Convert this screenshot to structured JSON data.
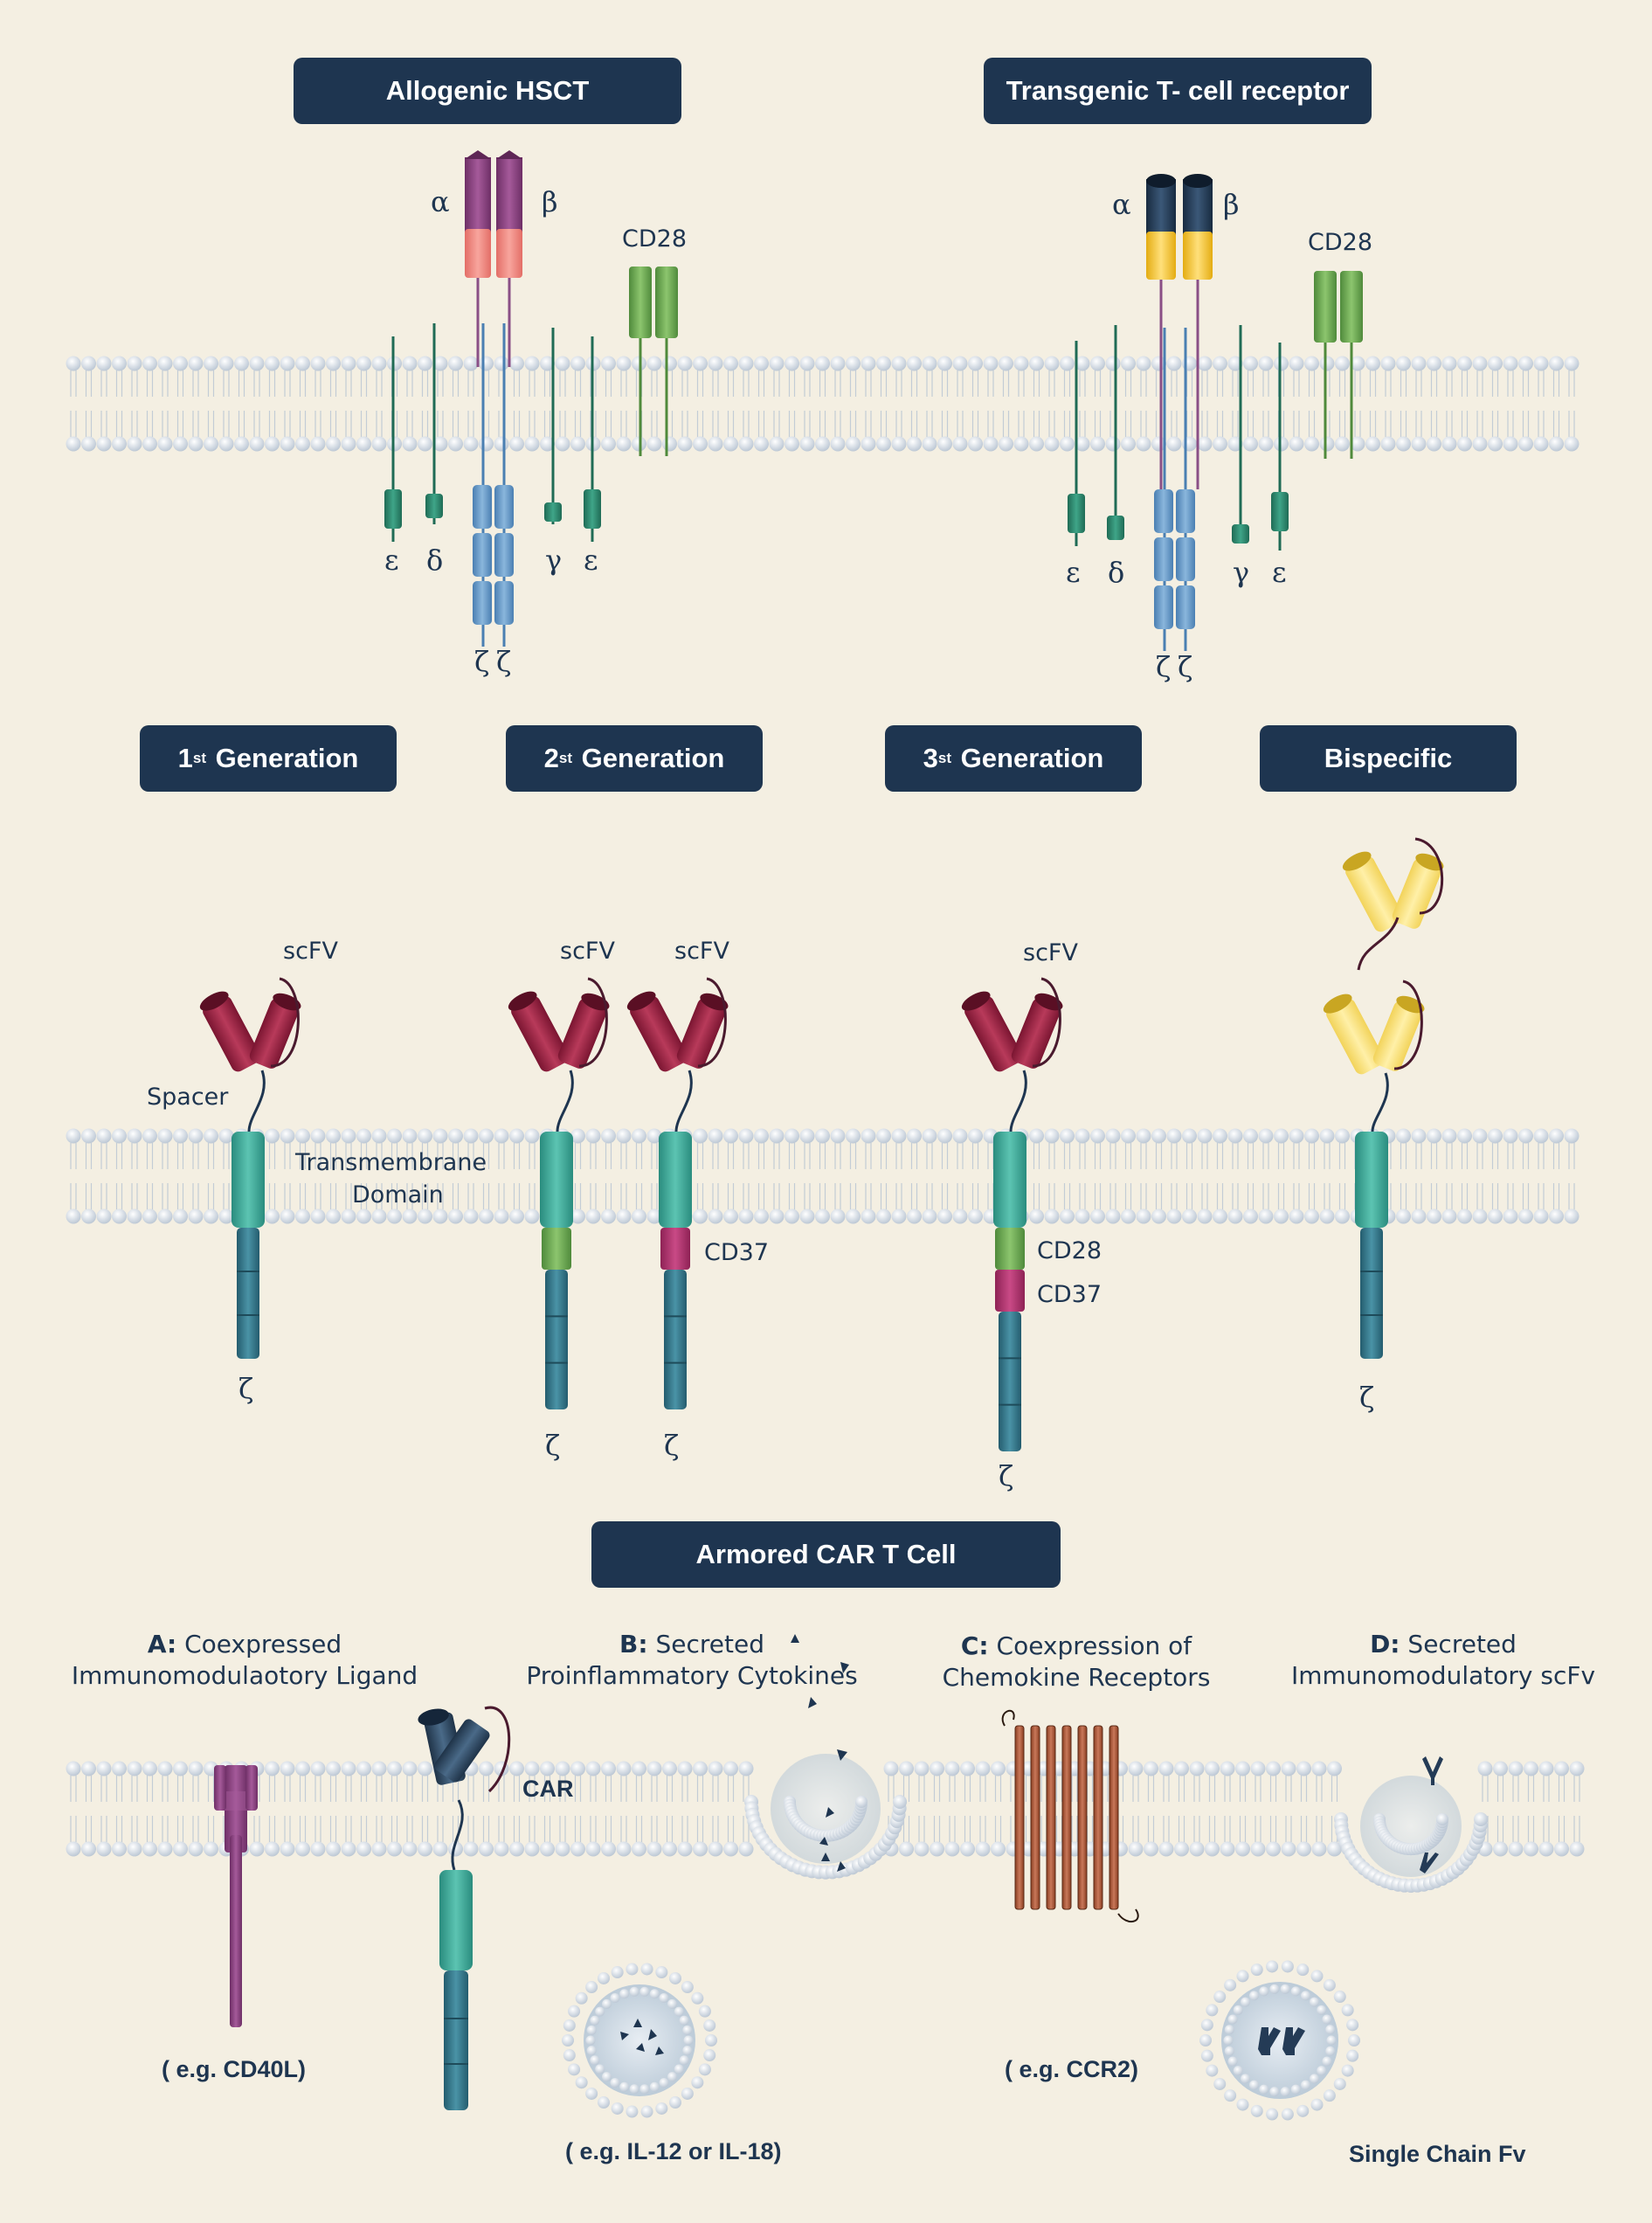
{
  "section1": {
    "left_title": "Allogenic HSCT",
    "right_title": "Transgenic T- cell receptor",
    "alpha": "α",
    "beta": "β",
    "cd28": "CD28",
    "epsilon": "ε",
    "delta": "δ",
    "gamma": "γ",
    "zeta": "ζ"
  },
  "section2": {
    "gen1": {
      "num": "1",
      "sup": "st",
      "text": "Generation"
    },
    "gen2": {
      "num": "2",
      "sup": "st",
      "text": "Generation"
    },
    "gen3": {
      "num": "3",
      "sup": "st",
      "text": "Generation"
    },
    "bispecific": "Bispecific",
    "scfv": "scFV",
    "spacer": "Spacer",
    "transmembrane": "Transmembrane",
    "domain": "Domain",
    "cd37": "CD37",
    "cd28": "CD28",
    "zeta": "ζ"
  },
  "section3": {
    "title": "Armored CAR T Cell",
    "a": {
      "letter": "A:",
      "line1": "Coexpressed",
      "line2": "Immunomodulaotory Ligand",
      "example": "( e.g. CD40L)"
    },
    "b": {
      "letter": "B:",
      "line1": "Secreted",
      "line2": "Proinflammatory Cytokines",
      "example": "( e.g. IL-12 or IL-18)"
    },
    "c": {
      "letter": "C:",
      "line1": "Coexpression of",
      "line2": "Chemokine Receptors",
      "example": "( e.g. CCR2)"
    },
    "d": {
      "letter": "D:",
      "line1": "Secreted",
      "line2": "Immunomodulatory scFv",
      "example": "Single Chain Fv"
    },
    "car": "CAR"
  },
  "colors": {
    "background": "#f4efe2",
    "pill": "#1e3550",
    "teal": "#2f9a8a",
    "blue_chain": "#5a8fc0",
    "purple": "#8a3f7f",
    "salmon": "#f08a82",
    "yellow": "#f5c928",
    "green": "#6aa84f",
    "crimson": "#8e1f3c",
    "magenta": "#b02f6a",
    "stalk": "#2f6f82",
    "ccr2": "#a0522d",
    "lipid_head": "#c9d3de"
  }
}
